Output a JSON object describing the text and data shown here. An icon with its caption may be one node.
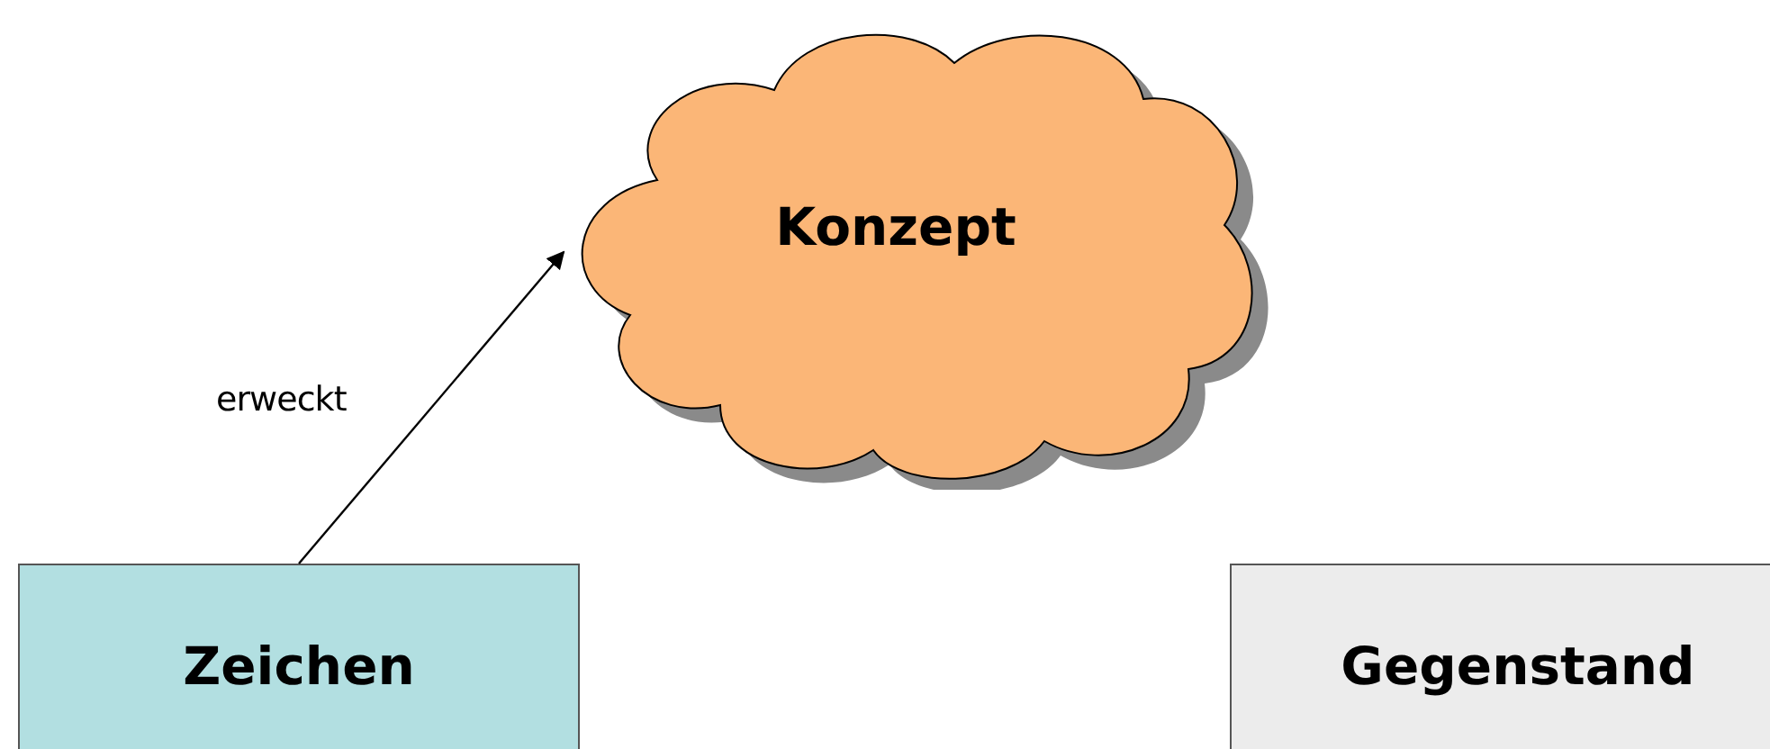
{
  "diagram": {
    "nodes": [
      {
        "text": [
          "Konzept"
        ]
      },
      {
        "text": [
          "Zeichen"
        ]
      },
      {
        "text": [
          "Gegenstand"
        ]
      }
    ],
    "edges": [
      {
        "from": 1,
        "to": 0,
        "arrow": "to",
        "label": "erweckt"
      }
    ]
  }
}
